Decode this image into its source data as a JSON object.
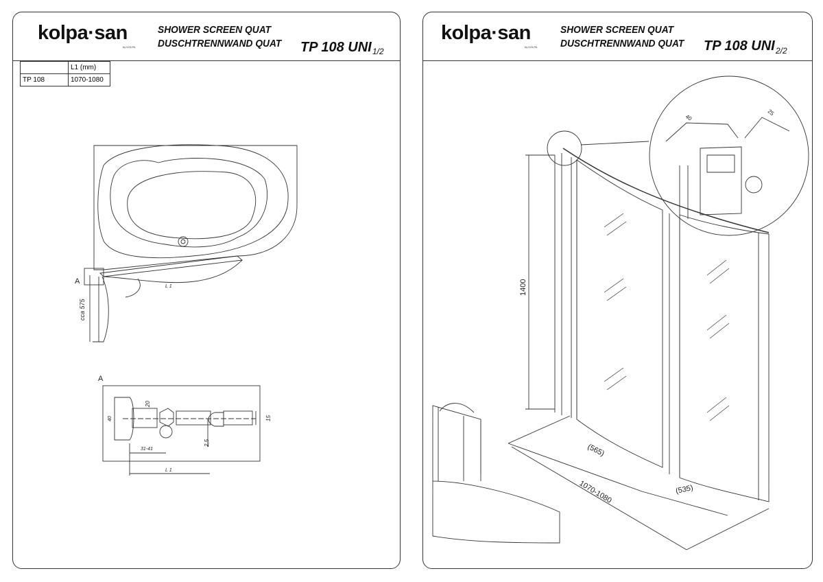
{
  "page1": {
    "logo": "kolpa·san",
    "logo_sub": "by KOLPA",
    "title_en": "SHOWER SCREEN QUAT",
    "title_de": "DUSCHTRENNWAND QUAT",
    "code": "TP 108 UNI",
    "page": "1/2",
    "table": {
      "headers": [
        "",
        "L1 (mm)"
      ],
      "rows": [
        [
          "TP 108",
          "1070-1080"
        ]
      ]
    },
    "labels": {
      "detail_ref": "A",
      "l1": "L 1",
      "cca": "cca 575",
      "detail_title": "A",
      "dim_40": "40",
      "dim_20": "20",
      "dim_15": "15",
      "dim_25": "2,5",
      "dim_3141": "31-41",
      "dim_l1": "L 1"
    }
  },
  "page2": {
    "logo": "kolpa·san",
    "logo_sub": "by KOLPA",
    "title_en": "SHOWER SCREEN QUAT",
    "title_de": "DUSCHTRENNWAND QUAT",
    "code": "TP 108 UNI",
    "page": "2/2",
    "labels": {
      "height": "1400",
      "w565": "(565)",
      "w1070": "1070-1080",
      "w535": "(535)",
      "detail_40": "40",
      "detail_25": "25"
    }
  }
}
